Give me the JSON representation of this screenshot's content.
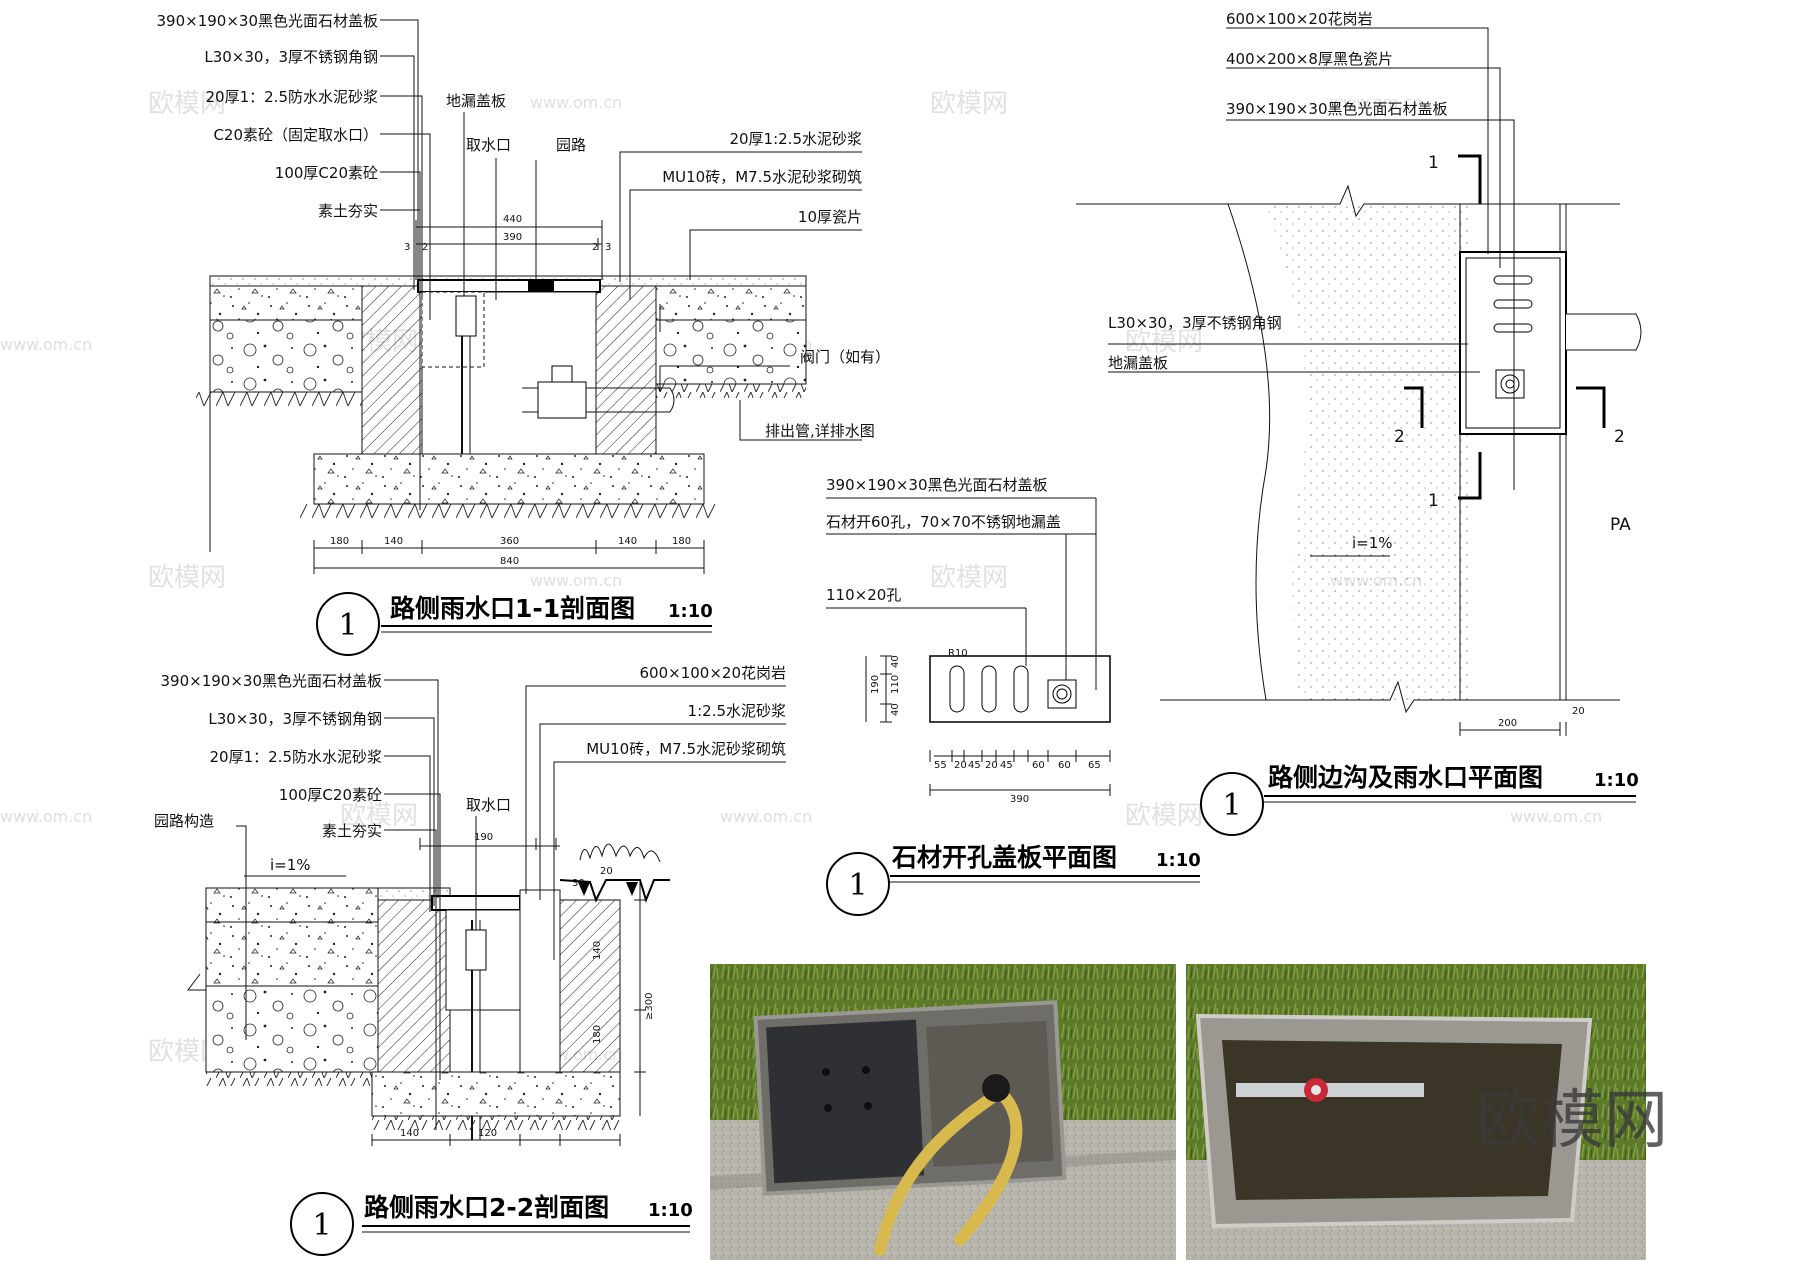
{
  "detail_1_1": {
    "title": "路侧雨水口1-1剖面图",
    "scale": "1:10",
    "index": "1",
    "left_labels": [
      "390×190×30黑色光面石材盖板",
      "L30×30，3厚不锈钢角钢",
      "20厚1：2.5防水水泥砂浆",
      "C20素砼（固定取水口）",
      "100厚C20素砼",
      "素土夯实"
    ],
    "top_labels": [
      "地漏盖板",
      "取水口",
      "园路"
    ],
    "right_labels": [
      "20厚1:2.5水泥砂浆",
      "MU10砖，M7.5水泥砂浆砌筑",
      "10厚瓷片",
      "阀门（如有）",
      "排出管,详排水图"
    ],
    "dims_top": [
      "3",
      "2",
      "440",
      "390",
      "2",
      "3"
    ],
    "dims_bottom": [
      "180",
      "140",
      "360",
      "140",
      "180",
      "840"
    ]
  },
  "detail_2_2": {
    "title": "路侧雨水口2-2剖面图",
    "scale": "1:10",
    "index": "1",
    "left_labels": [
      "390×190×30黑色光面石材盖板",
      "L30×30，3厚不锈钢角钢",
      "20厚1：2.5防水水泥砂浆",
      "100厚C20素砼",
      "素土夯实"
    ],
    "road_label": "园路构造",
    "slope": "i=1%",
    "top_label": "取水口",
    "right_labels": [
      "600×100×20花岗岩",
      "1:2.5水泥砂浆",
      "MU10砖，M7.5水泥砂浆砌筑"
    ],
    "dims": [
      "190",
      "140",
      "120",
      "140",
      "180",
      "≥300",
      "20",
      "30"
    ]
  },
  "detail_cover": {
    "title": "石材开孔盖板平面图",
    "scale": "1:10",
    "index": "1",
    "labels": [
      "390×190×30黑色光面石材盖板",
      "石材开60孔，70×70不锈钢地漏盖",
      "110×20孔"
    ],
    "radius": "R10",
    "dims_h": [
      "55",
      "20",
      "45",
      "20",
      "45",
      "60",
      "60",
      "65",
      "390"
    ],
    "dims_v": [
      "40",
      "110",
      "40",
      "190"
    ]
  },
  "detail_plan": {
    "title": "路侧边沟及雨水口平面图",
    "scale": "1:10",
    "index": "1",
    "top_labels": [
      "600×100×20花岗岩",
      "400×200×8厚黑色瓷片",
      "390×190×30黑色光面石材盖板"
    ],
    "side_labels": [
      "L30×30，3厚不锈钢角钢",
      "地漏盖板"
    ],
    "section_marks": [
      "1",
      "1",
      "2",
      "2"
    ],
    "slope": "i=1%",
    "area": "PA",
    "dims": [
      "200",
      "20"
    ]
  },
  "watermarks": {
    "brand": "欧模网",
    "url": "www.om.cn",
    "photo_brand": "欧模网"
  },
  "colors": {
    "line": "#111111",
    "grass": "#5f7a2e",
    "granite": "#b9b6ae",
    "dark_stone": "#2f3033"
  }
}
